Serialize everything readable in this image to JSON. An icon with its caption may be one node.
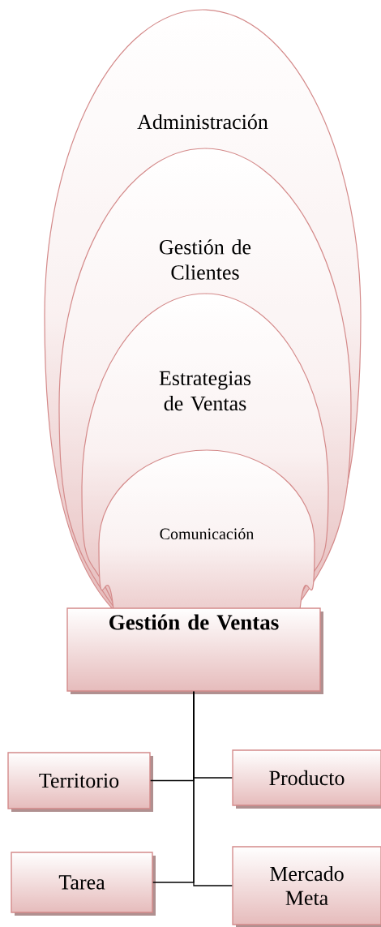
{
  "diagram": {
    "nodes": [
      {
        "text": [
          "Administración"
        ]
      },
      {
        "text": [
          "Gestión de Clientes"
        ],
        "in": 0
      },
      {
        "text": [
          "Estrategias de Ventas"
        ],
        "in": 1
      },
      {
        "text": [
          "Comunicación"
        ],
        "in": 2
      },
      {
        "text": [
          "Gestión de Ventas"
        ]
      },
      {
        "text": [
          "Territorio"
        ]
      },
      {
        "text": [
          "Producto"
        ]
      },
      {
        "text": [
          "Tarea"
        ]
      },
      {
        "text": [
          "Mercado Meta"
        ]
      }
    ],
    "edges": [
      {
        "from": 4,
        "to": 5,
        "arrow": "none"
      },
      {
        "from": 4,
        "to": 6,
        "arrow": "none"
      },
      {
        "from": 4,
        "to": 7,
        "arrow": "none"
      },
      {
        "from": 4,
        "to": 8,
        "arrow": "none"
      }
    ]
  }
}
